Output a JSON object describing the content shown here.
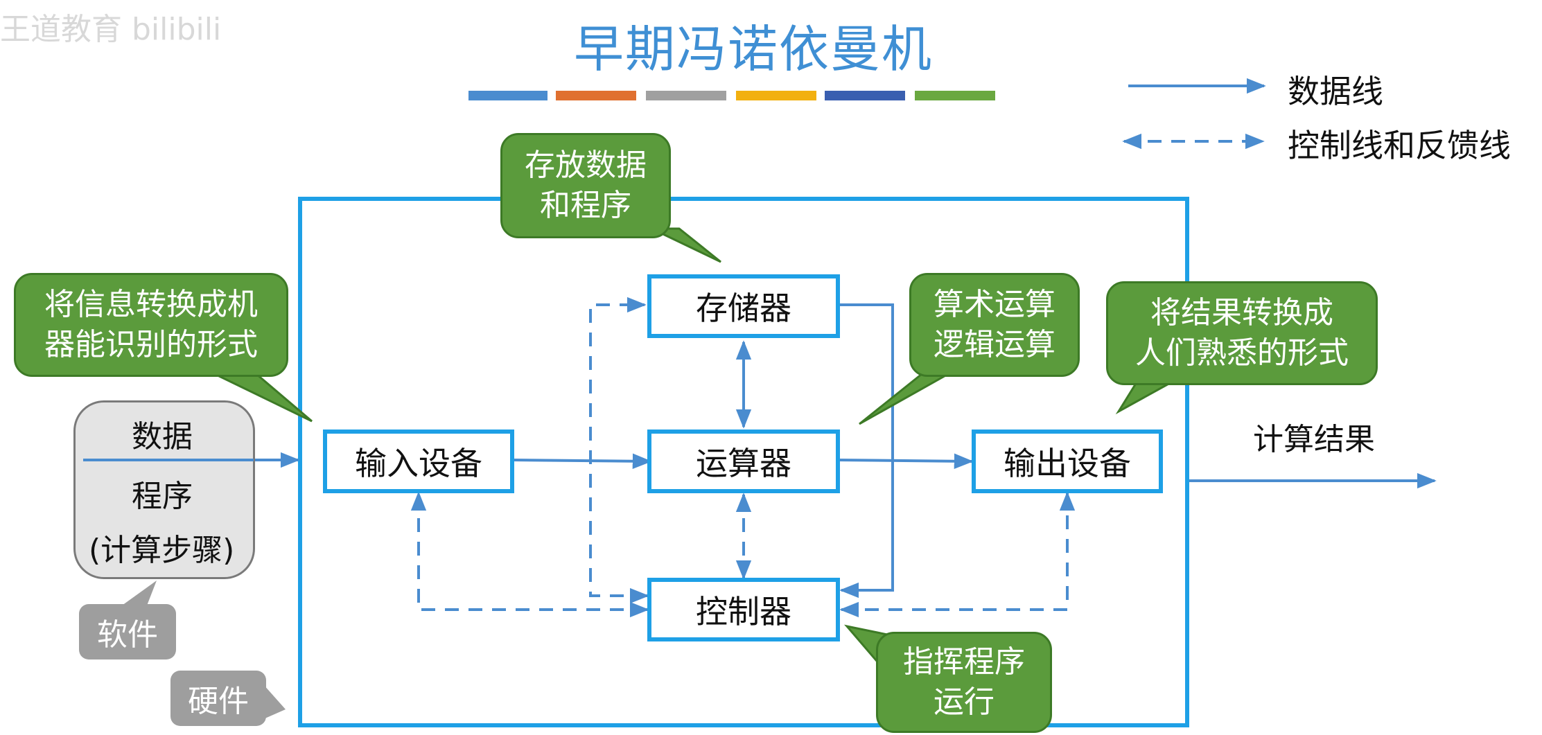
{
  "watermark": "王道教育 bilibili",
  "title": "早期冯诺依曼机",
  "colors": {
    "accent": "#1ea0e6",
    "line": "#4a8ccf",
    "callout_green": "#5b9b3c",
    "callout_gray": "#9e9e9e",
    "title_blue": "#3f8fd4",
    "stripes": [
      "#4a8ccf",
      "#e07030",
      "#a0a0a0",
      "#f2b010",
      "#3a5fb0",
      "#6aa840"
    ]
  },
  "legend": {
    "data_line": "数据线",
    "control_line": "控制线和反馈线"
  },
  "nodes": {
    "memory": "存储器",
    "alu": "运算器",
    "controller": "控制器",
    "input": "输入设备",
    "output": "输出设备"
  },
  "input_data": {
    "line1": "数据",
    "line2": "程序",
    "line3": "(计算步骤)"
  },
  "output_result": "计算结果",
  "callouts": {
    "memory": [
      "存放数据",
      "和程序"
    ],
    "input": [
      "将信息转换成机",
      "器能识别的形式"
    ],
    "alu": [
      "算术运算",
      "逻辑运算"
    ],
    "output": [
      "将结果转换成",
      "人们熟悉的形式"
    ],
    "controller": [
      "指挥程序",
      "运行"
    ],
    "software": "软件",
    "hardware": "硬件"
  }
}
